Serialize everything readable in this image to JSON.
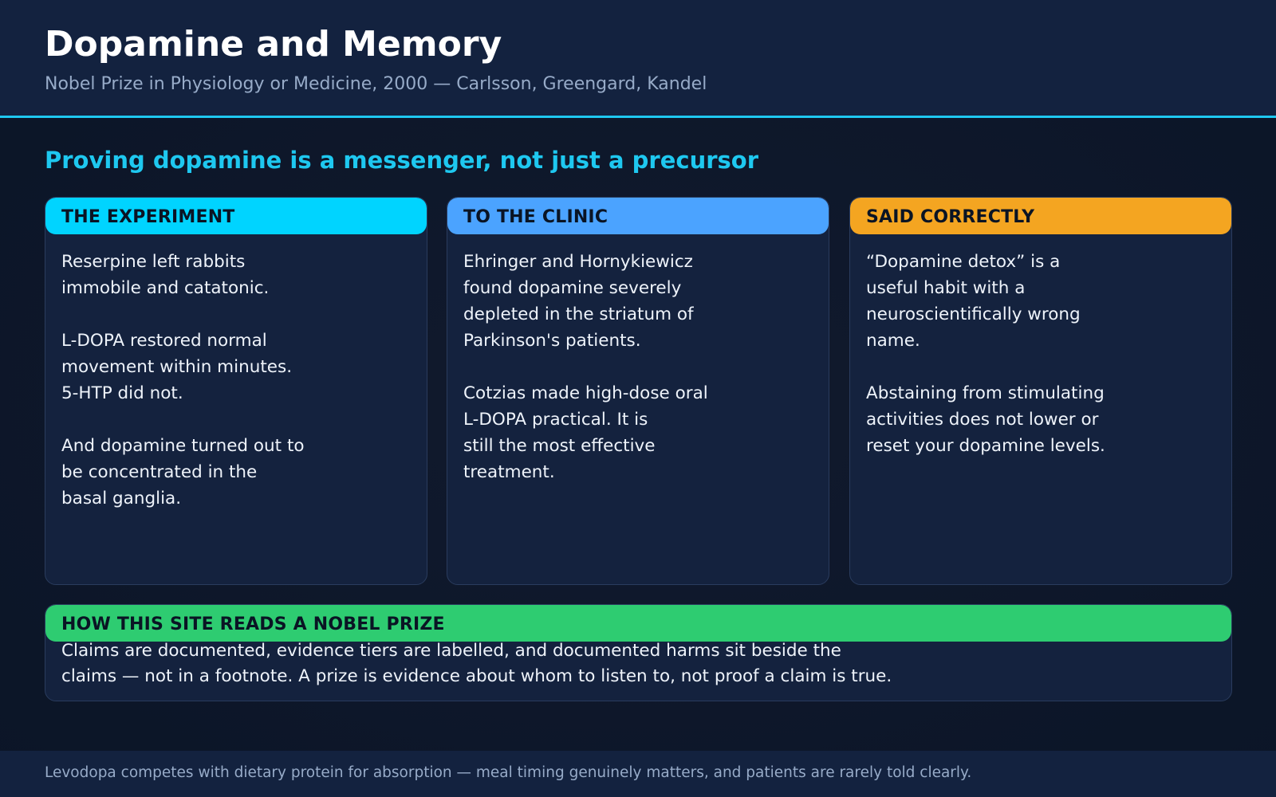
{
  "header": {
    "title": "Dopamine and Memory",
    "subtitle": "Nobel Prize in Physiology or Medicine, 2000 — Carlsson, Greengard, Kandel"
  },
  "main": {
    "heading": "Proving dopamine is a messenger, not just a precursor",
    "cards": [
      {
        "label": "THE EXPERIMENT",
        "color": "#00d4ff",
        "paragraphs": [
          "Reserpine left rabbits\nimmobile and catatonic.",
          "L-DOPA restored normal\nmovement within minutes.\n5-HTP did not.",
          "And dopamine turned out to\nbe concentrated in the\nbasal ganglia."
        ]
      },
      {
        "label": "TO THE CLINIC",
        "color": "#4ba3ff",
        "paragraphs": [
          "Ehringer and Hornykiewicz\nfound dopamine severely\ndepleted in the striatum of\nParkinson's patients.",
          "Cotzias made high-dose oral\nL-DOPA practical. It is\nstill the most effective\ntreatment."
        ]
      },
      {
        "label": "SAID CORRECTLY",
        "color": "#f4a521",
        "paragraphs": [
          "“Dopamine detox” is a\nuseful habit with a\nneuroscientifically wrong\nname.",
          "Abstaining from stimulating\nactivities does not lower or\nreset your dopamine levels."
        ]
      }
    ],
    "wide_card": {
      "label": "HOW THIS SITE READS A NOBEL PRIZE",
      "color": "#2ecc71",
      "body": "Claims are documented, evidence tiers are labelled, and documented harms sit beside the\nclaims — not in a footnote. A prize is evidence about whom to listen to, not proof a claim is true."
    }
  },
  "footer": {
    "text": "Levodopa competes with dietary protein for absorption — meal timing genuinely matters, and patients are rarely told clearly."
  }
}
